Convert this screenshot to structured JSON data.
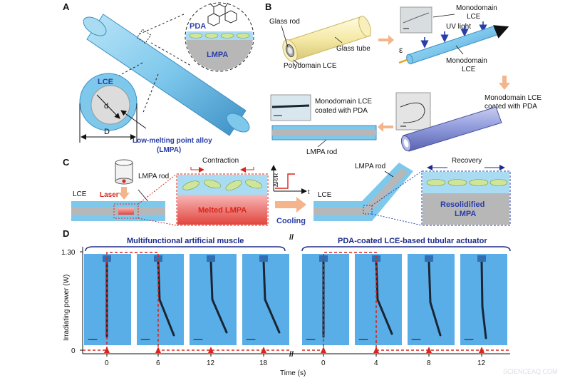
{
  "colors": {
    "tube_blue": "#7ec8ec",
    "tube_blue_dark": "#3d8fc4",
    "lmpa_grey": "#b7b7b7",
    "pda_green": "#cfe59a",
    "red": "#d9261c",
    "label_blue": "#2a3ea8",
    "arrow_peach": "#f4b48c",
    "panel_blue": "#5aaee8",
    "bracket_navy": "#1d2b8a",
    "rod_yellow": "#f5eaa8"
  },
  "panels": {
    "a": "A",
    "b": "B",
    "c": "C",
    "d": "D"
  },
  "panel_a": {
    "pda": "PDA",
    "lmpa": "LMPA",
    "lce": "LCE",
    "d_small": "d",
    "d_big": "D",
    "alloy_line1": "Low-melting point alloy",
    "alloy_line2": "(LMPA)"
  },
  "panel_b": {
    "glass_rod": "Glass rod",
    "glass_tube": "Glass tube",
    "polydomain": "Polydomain LCE",
    "mono_lce_top_1": "Monodomain",
    "mono_lce_top_2": "LCE",
    "uv_light": "UV light",
    "epsilon": "ε",
    "mono_lce_1": "Monodomain",
    "mono_lce_2": "LCE",
    "mono_coated_r1": "Monodomain LCE",
    "mono_coated_r2": "coated with PDA",
    "mono_coated_l1": "Monodomain LCE",
    "mono_coated_l2": "coated with PDA",
    "lmpa_rod": "LMPA rod"
  },
  "panel_c": {
    "laser": "Laser",
    "lce_left": "LCE",
    "lmpa_rod_left": "LMPA rod",
    "contraction": "Contraction",
    "melted": "Melted LMPA",
    "dr_label": "ΔR/R",
    "t_label": "t",
    "cooling": "Cooling",
    "lmpa_rod_right": "LMPA rod",
    "lce_right": "LCE",
    "recovery": "Recovery",
    "resolidified_1": "Resolidified",
    "resolidified_2": "LMPA"
  },
  "panel_d": {
    "ylabel": "Irradiating power (W)",
    "xlabel": "Time (s)",
    "y_top": "1.30",
    "y_zero": "0",
    "break_mark": "//",
    "group_left": "Multifunctional artificial muscle",
    "group_right": "PDA-coated LCE-based tubular actuator",
    "ticks_left": [
      "0",
      "6",
      "12",
      "18"
    ],
    "ticks_right": [
      "0",
      "4",
      "8",
      "12"
    ]
  },
  "watermark": "SCIENCEAQ.COM"
}
